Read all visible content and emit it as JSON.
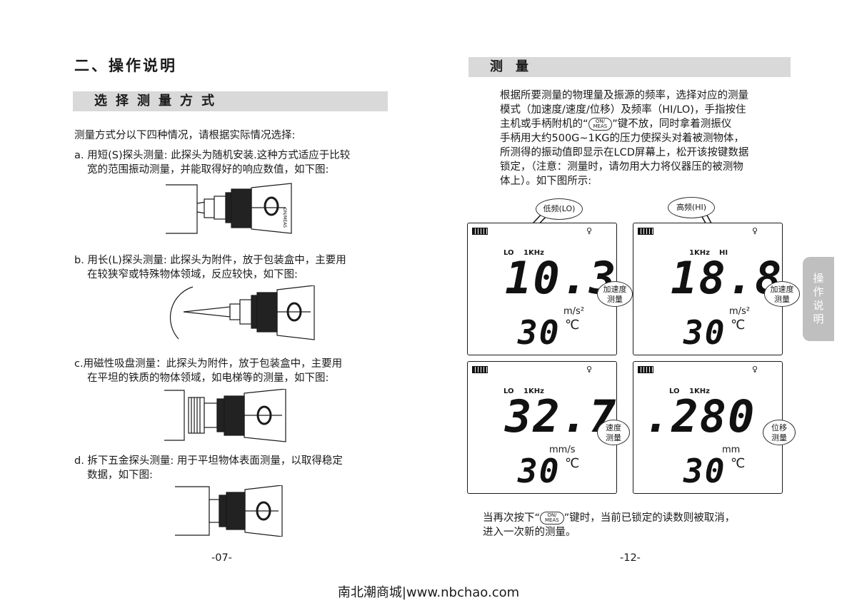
{
  "left_page": {
    "heading": "二、操作说明",
    "section_title": "选择测量方式",
    "intro": "测量方式分以下四种情况，请根据实际情况选择:",
    "items": [
      {
        "line1": "a. 用短(S)探头测量: 此探头为随机安装.这种方式适应于比较",
        "line2": "宽的范围振动测量，并能取得好的响应数值，如下图:"
      },
      {
        "line1": "b. 用长(L)探头测量: 此探头为附件，放于包装盒中，主要用",
        "line2": "在较狭窄或特殊物体领域，反应较快，如下图:"
      },
      {
        "line1": "c.用磁性吸盘测量：此探头为附件，放于包装盒中，主要用",
        "line2": "在平坦的铁质的物体领域，如电梯等的测量，如下图:"
      },
      {
        "line1": "d. 拆下五金探头测量: 用于平坦物体表面测量，以取得稳定",
        "line2": "数据，如下图:"
      }
    ],
    "page_number": "-07-"
  },
  "right_page": {
    "section_title": "测量",
    "paragraph": [
      "根据所要测量的物理量及振源的频率，选择对应的测量",
      "模式（加速度/速度/位移）及频率（HI/LO)，手指按住",
      "主机或手柄附机的“",
      "”键不放，同时拿着测振仪",
      "手柄用大约500G~1KG的压力使探头对着被测物体，",
      "所测得的振动值即显示在LCD屏幕上，松开该按键数据",
      "锁定，（注意：测量时，请勿用大力将仪器压的被测物",
      "体上）。如下图所示:"
    ],
    "button_top": "ON/",
    "button_bottom": "MEAS",
    "bubble_lo": "低频(LO)",
    "bubble_hi": "高频(HI)",
    "side_tab": [
      "操",
      "作",
      "说",
      "明"
    ],
    "displays": [
      {
        "mode": "LO",
        "freq": "1KHz",
        "value": "10.3",
        "unit": "m/s²",
        "temp": "30",
        "temp_unit": "℃",
        "label1": "加速度",
        "label2": "测量"
      },
      {
        "mode": "HI",
        "freq": "1KHz",
        "value": "18.8",
        "unit": "m/s²",
        "temp": "30",
        "temp_unit": "℃",
        "label1": "加速度",
        "label2": "测量"
      },
      {
        "mode": "LO",
        "freq": "1KHz",
        "value": "32.7",
        "unit": "mm/s",
        "temp": "30",
        "temp_unit": "℃",
        "label1": "速度",
        "label2": "测量"
      },
      {
        "mode": "LO",
        "freq": "1KHz",
        "value": ".280",
        "unit": "mm",
        "temp": "30",
        "temp_unit": "℃",
        "label1": "位移",
        "label2": "测量"
      }
    ],
    "footer_line1_a": "当再次按下“",
    "footer_line1_b": "”键时，当前已锁定的读数则被取消，",
    "footer_line2": "进入一次新的测量。",
    "page_number": "-12-"
  },
  "watermark": "南北潮商城|www.nbchao.com"
}
